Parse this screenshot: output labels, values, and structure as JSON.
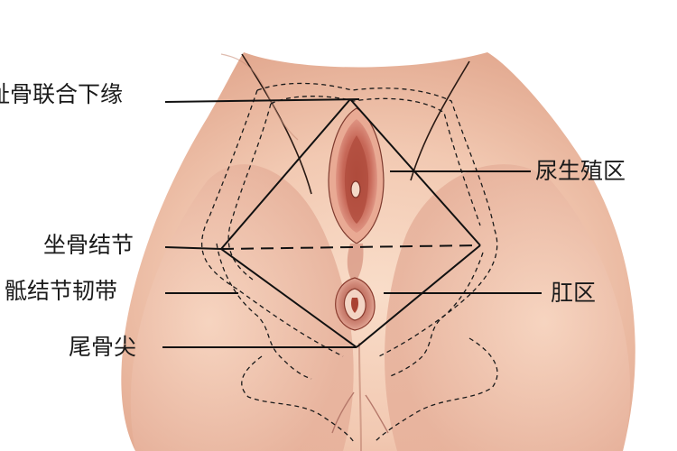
{
  "labels": {
    "pubic_symphysis": "耻骨联合下缘",
    "urogenital_region": "尿生殖区",
    "ischial_tuberosity": "坐骨结节",
    "sacrotuberous_ligament": "骶结节韧带",
    "anal_region": "肛区",
    "coccyx_tip": "尾骨尖"
  },
  "colors": {
    "skin": "#f2c9b2",
    "skin_shade": "#dea48e",
    "mucosa": "#c76858",
    "mucosa_dark": "#8e3a30",
    "line": "#111111"
  }
}
